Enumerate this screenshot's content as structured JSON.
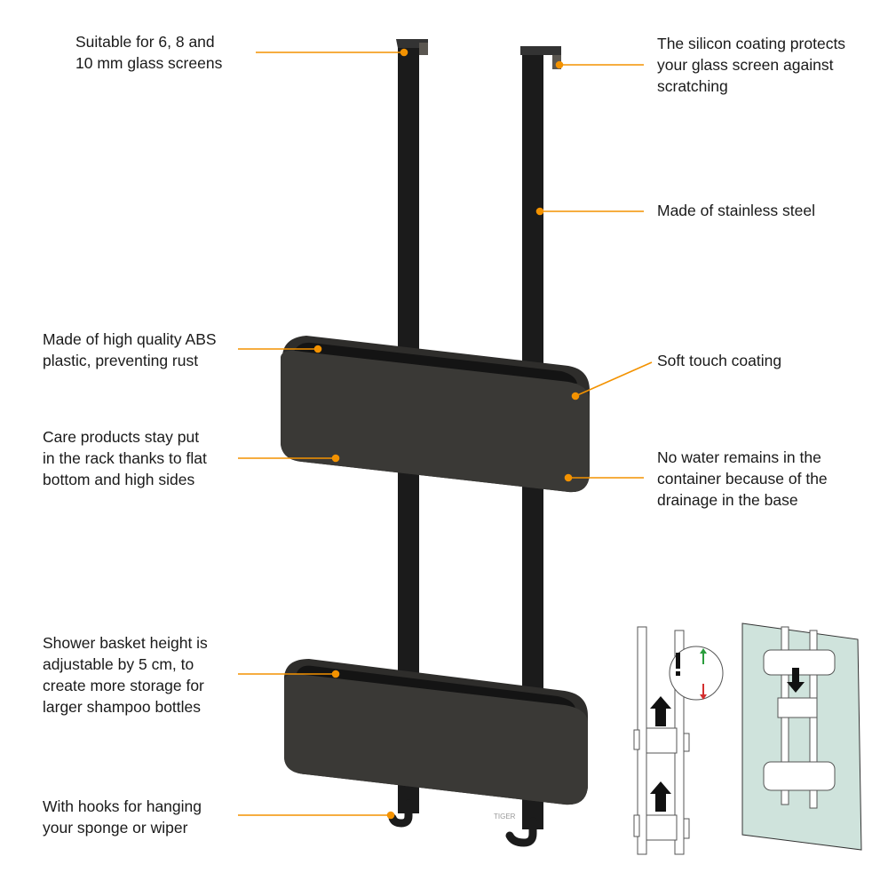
{
  "accent_color": "#f39200",
  "left_callouts": [
    {
      "text": "Suitable for 6, 8 and\n10 mm glass screens"
    },
    {
      "text": "Made of high quality ABS\nplastic, preventing rust"
    },
    {
      "text": "Care products stay put\nin the rack thanks to flat\nbottom and high sides"
    },
    {
      "text": "Shower basket height is\nadjustable by 5 cm, to\ncreate more storage for\nlarger shampoo bottles"
    },
    {
      "text": "With hooks for hanging\nyour sponge or wiper"
    }
  ],
  "right_callouts": [
    {
      "text": "The silicon coating protects\nyour glass screen against\nscratching"
    },
    {
      "text": "Made of stainless steel"
    },
    {
      "text": "Soft touch coating"
    },
    {
      "text": "No water remains in the\ncontainer because of the\ndrainage in the base"
    }
  ],
  "product": {
    "brand_logo": "TIGER"
  }
}
